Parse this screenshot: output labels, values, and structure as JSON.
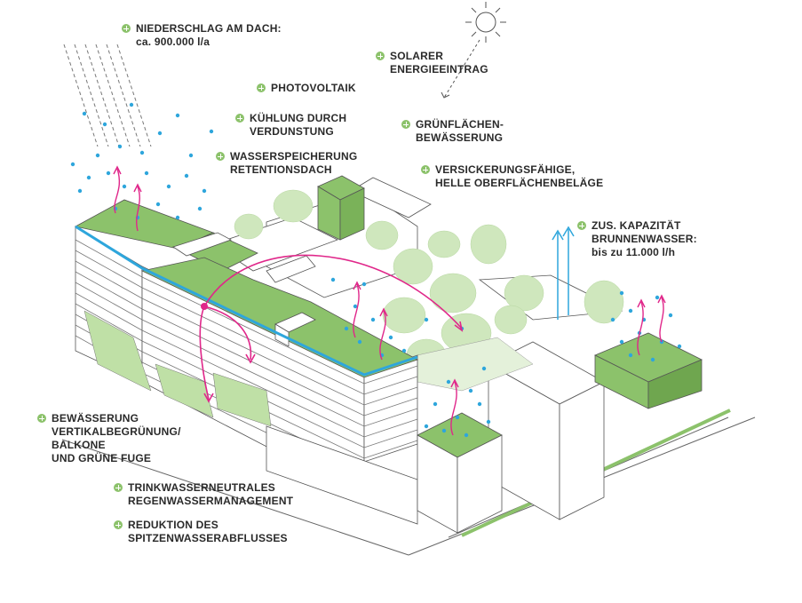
{
  "colors": {
    "green": "#8cc26b",
    "light_green": "#bfe0a6",
    "tree": "#cfe7bd",
    "blue": "#2ea6dc",
    "magenta": "#e0278a",
    "line": "#555555"
  },
  "icons": [
    "sun-icon",
    "rain-arrows-icon",
    "plus-bullet-icon"
  ],
  "labels": {
    "niederschlag": [
      "NIEDERSCHLAG AM DACH:",
      "ca. 900.000 l/a"
    ],
    "photovoltaik": [
      "PHOTOVOLTAIK"
    ],
    "kuehlung": [
      "KÜHLUNG DURCH",
      "VERDUNSTUNG"
    ],
    "speicherung": [
      "WASSERSPEICHERUNG",
      "RETENTIONSDACH"
    ],
    "solar": [
      "SOLARER",
      "ENERGIEEINTRAG"
    ],
    "gruenflaechen": [
      "GRÜNFLÄCHEN-",
      "BEWÄSSERUNG"
    ],
    "versickerung": [
      "VERSICKERUNGSFÄHIGE,",
      "HELLE OBERFLÄCHENBELÄGE"
    ],
    "brunnen": [
      "ZUS. KAPAZITÄT",
      "BRUNNENWASSER:",
      "bis zu 11.000 l/h"
    ],
    "bewaesserung": [
      "BEWÄSSERUNG",
      "VERTIKALBEGRÜNUNG/",
      "BALKONE",
      "UND GRÜNE FUGE"
    ],
    "trinkwasser": [
      "TRINKWASSERNEUTRALES",
      "REGENWASSERMANAGEMENT"
    ],
    "reduktion": [
      "REDUKTION DES",
      "SPITZENWASSERABFLUSSES"
    ]
  }
}
